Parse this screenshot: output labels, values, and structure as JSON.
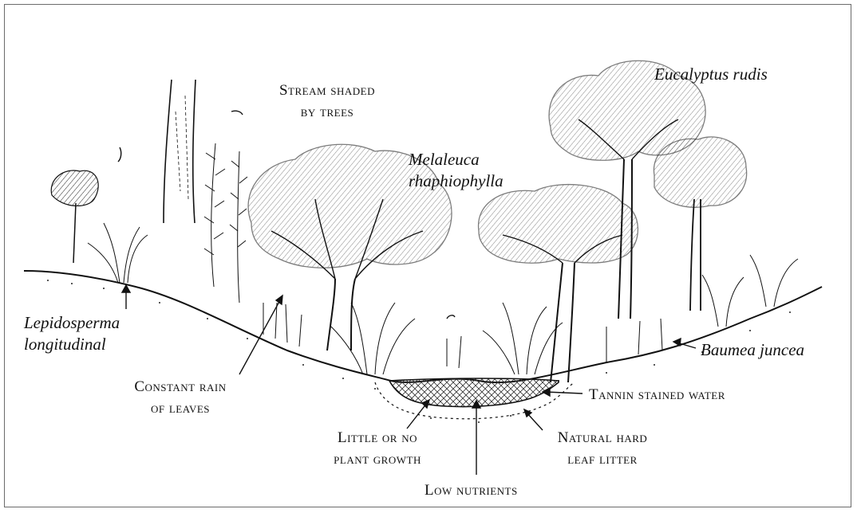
{
  "labels": {
    "stream_shaded_1": "Stream shaded",
    "stream_shaded_2": "by trees",
    "eucalyptus": "Eucalyptus rudis",
    "melaleuca_1": "Melaleuca",
    "melaleuca_2": "rhaphiophylla",
    "lepidosperma_1": "Lepidosperma",
    "lepidosperma_2": "longitudinal",
    "baumea": "Baumea juncea",
    "constant_rain_1": "Constant rain",
    "constant_rain_2": "of leaves",
    "tannin": "Tannin stained water",
    "little_growth_1": "Little or no",
    "little_growth_2": "plant growth",
    "leaf_litter_1": "Natural hard",
    "leaf_litter_2": "leaf litter",
    "low_nutrients": "Low nutrients"
  },
  "colors": {
    "ink": "#111111",
    "frame": "#6b6b6b",
    "water_hatch": "#333333"
  }
}
